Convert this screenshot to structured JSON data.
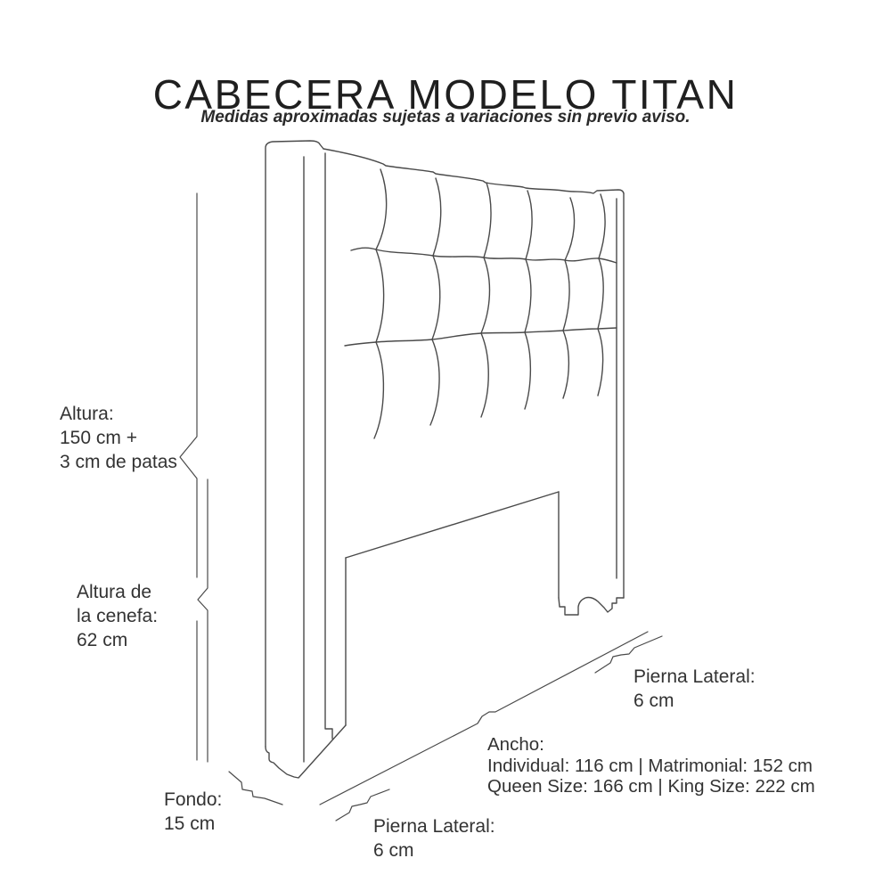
{
  "title": "CABECERA MODELO TITAN",
  "subtitle": "Medidas aproximadas sujetas a variaciones sin previo aviso.",
  "labels": {
    "altura": "Altura:\n150 cm +\n3 cm de patas",
    "altura_cenefa": "Altura de\nla cenefa:\n62 cm",
    "fondo": "Fondo:\n15 cm",
    "pierna_lateral_right": "Pierna Lateral:\n6 cm",
    "pierna_lateral_bottom": "Pierna Lateral:\n6 cm",
    "ancho": "Ancho:\nIndividual: 116 cm | Matrimonial: 152 cm\nQueen Size: 166 cm | King Size: 222 cm"
  },
  "colors": {
    "ink": "#4a4a4a",
    "text": "#333333"
  }
}
